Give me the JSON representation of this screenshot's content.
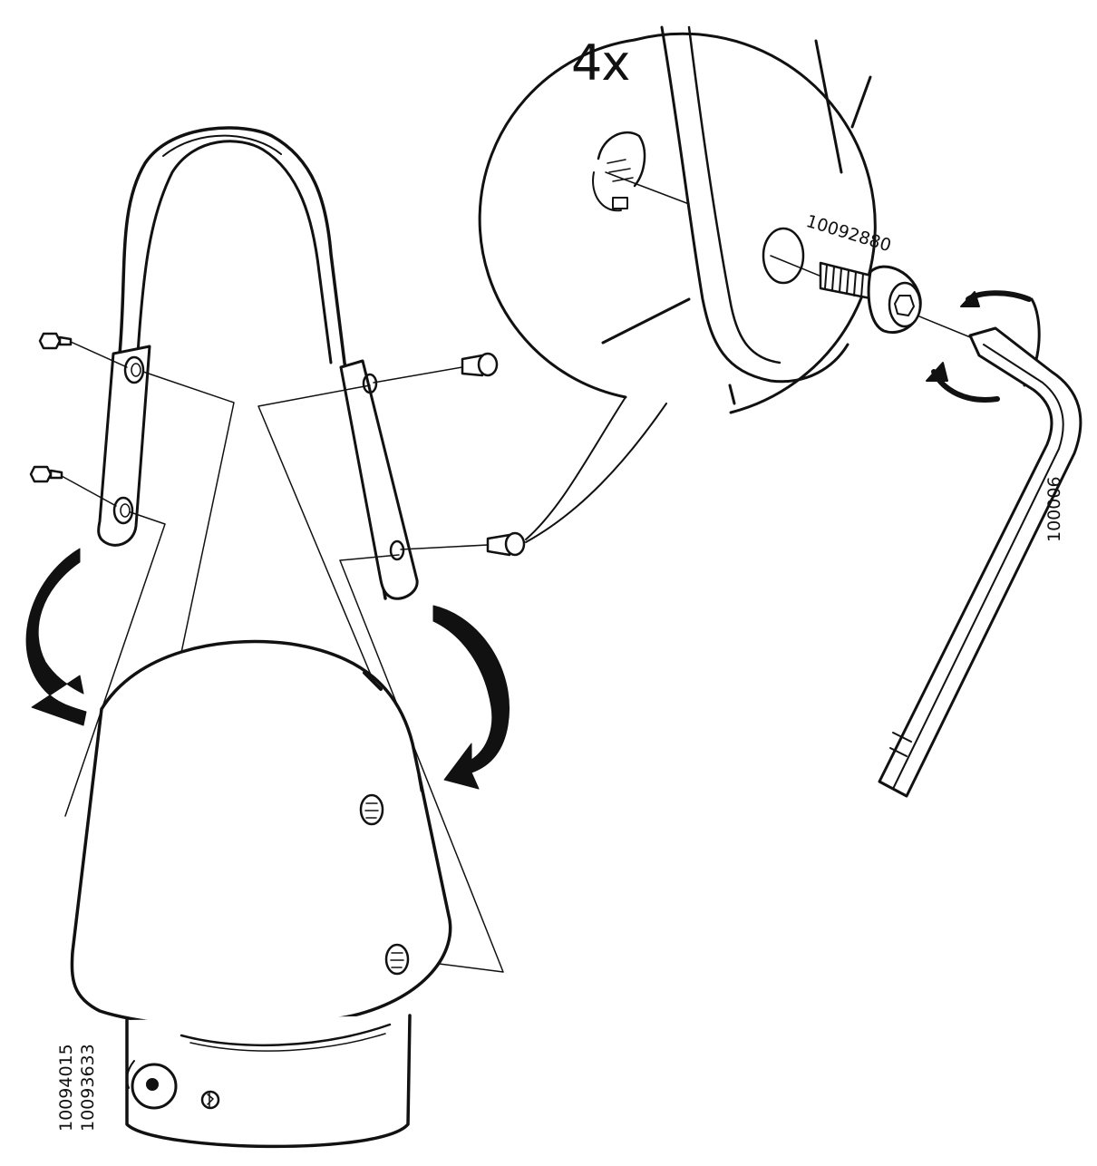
{
  "callout": {
    "quantity": "4x",
    "screw_part_number": "10092880",
    "hex_key_part_number": "100006"
  },
  "lamp": {
    "part_numbers": [
      "10094015",
      "10093633"
    ]
  }
}
